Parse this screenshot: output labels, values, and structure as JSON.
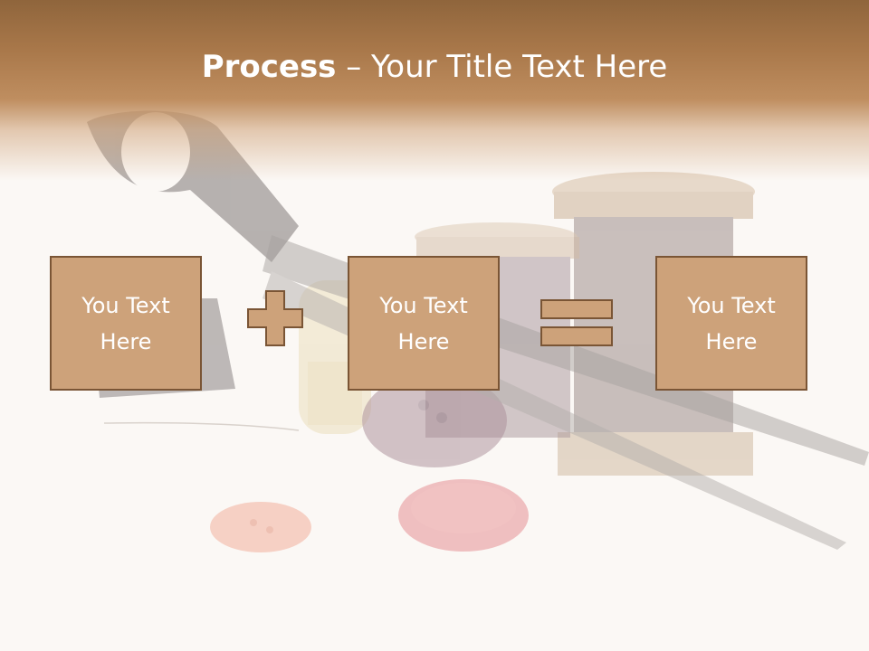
{
  "slide": {
    "title_bold": "Process",
    "title_rest": " – Your Title Text Here"
  },
  "boxes": [
    {
      "label": "You Text Here"
    },
    {
      "label": "You Text Here"
    },
    {
      "label": "You Text Here"
    }
  ],
  "operators": {
    "first": "plus",
    "second": "equals"
  },
  "colors": {
    "header_top": "#8f653c",
    "header_bottom": "#bf8e60",
    "box_fill": "#cda27a",
    "box_border": "#7a5535",
    "title_text": "#ffffff"
  },
  "background_image": "faded photo of scissors, thread spools and buttons"
}
